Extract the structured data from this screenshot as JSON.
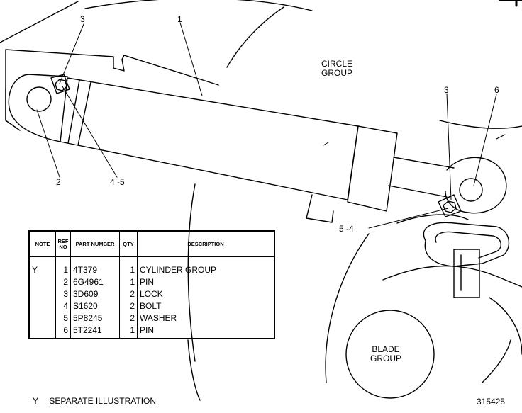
{
  "callouts": {
    "top_3": "3",
    "top_1": "1",
    "right_3": "3",
    "right_6": "6",
    "left_2": "2",
    "left_4_5": "4 -5",
    "right_5_4": "5 -4"
  },
  "groups": {
    "circle_line1": "CIRCLE",
    "circle_line2": "GROUP",
    "blade_line1": "BLADE",
    "blade_line2": "GROUP"
  },
  "table": {
    "headers": {
      "note": "NOTE",
      "ref_no": "REF NO",
      "part_number": "PART NUMBER",
      "qty": "QTY",
      "description": "DESCRIPTION"
    },
    "rows": [
      {
        "note": "Y",
        "ref": "1",
        "part": "4T379",
        "qty": "1",
        "desc": "CYLINDER  GROUP"
      },
      {
        "note": "",
        "ref": "2",
        "part": "6G4961",
        "qty": "1",
        "desc": "PIN"
      },
      {
        "note": "",
        "ref": "3",
        "part": "3D609",
        "qty": "2",
        "desc": "LOCK"
      },
      {
        "note": "",
        "ref": "4",
        "part": "S1620",
        "qty": "2",
        "desc": "BOLT"
      },
      {
        "note": "",
        "ref": "5",
        "part": "5P8245",
        "qty": "2",
        "desc": "WASHER"
      },
      {
        "note": "",
        "ref": "6",
        "part": "5T2241",
        "qty": "1",
        "desc": "PIN"
      }
    ]
  },
  "footnote": {
    "symbol": "Y",
    "text": "SEPARATE  ILLUSTRATION"
  },
  "illustration_number": "315425"
}
